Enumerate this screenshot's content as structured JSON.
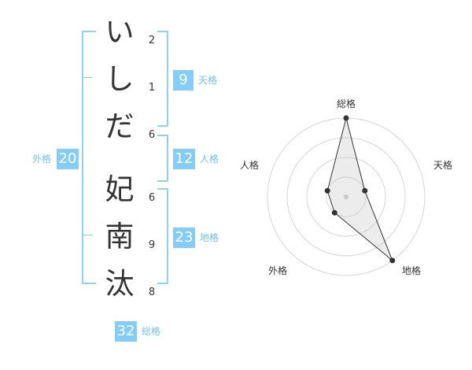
{
  "colors": {
    "accent": "#84cdf6",
    "text": "#333333"
  },
  "name_chars": [
    {
      "char": "い",
      "strokes": "2"
    },
    {
      "char": "し",
      "strokes": "1"
    },
    {
      "char": "だ",
      "strokes": "6"
    },
    {
      "char": "妃",
      "strokes": "6"
    },
    {
      "char": "南",
      "strokes": "9"
    },
    {
      "char": "汰",
      "strokes": "8"
    }
  ],
  "kakusu": {
    "tenkaku": {
      "value": "9",
      "label": "天格"
    },
    "jinkaku": {
      "value": "12",
      "label": "人格"
    },
    "chikaku": {
      "value": "23",
      "label": "地格"
    },
    "gaikaku": {
      "value": "20",
      "label": "外格"
    },
    "soukaku": {
      "value": "32",
      "label": "総格"
    }
  },
  "chart_data": {
    "type": "radar",
    "axes": [
      "総格",
      "天格",
      "地格",
      "外格",
      "人格"
    ],
    "values": [
      4,
      1,
      4,
      1,
      1
    ],
    "range": [
      0,
      4
    ],
    "rings": 4,
    "grid": true
  }
}
